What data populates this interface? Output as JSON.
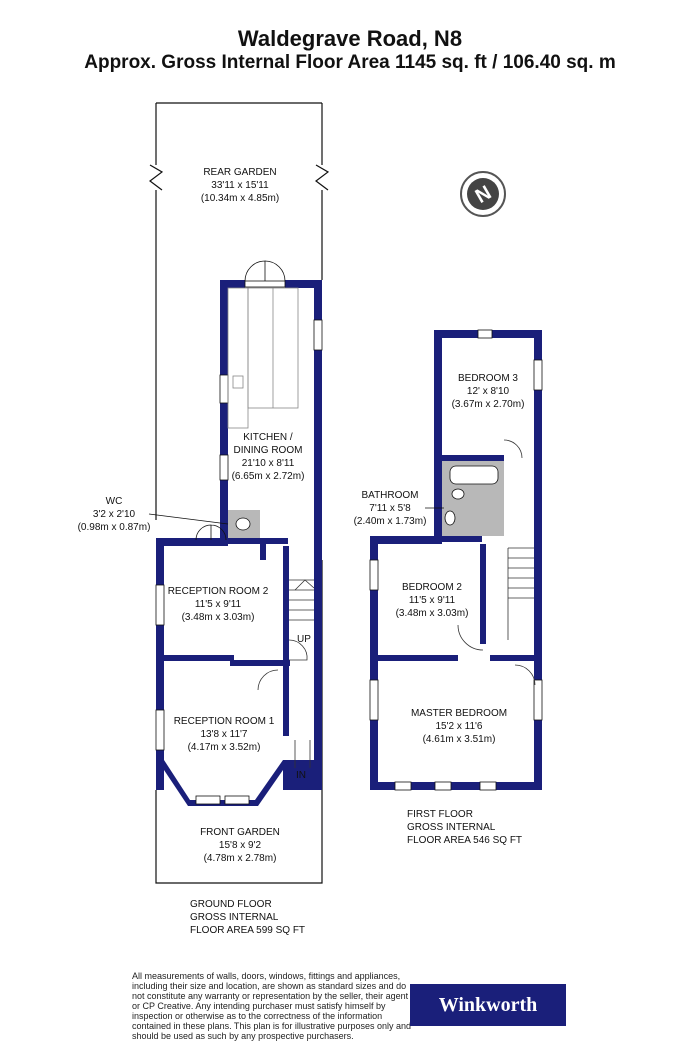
{
  "header": {
    "title": "Waldegrave Road, N8",
    "subtitle": "Approx. Gross Internal Floor Area 1145 sq. ft / 106.40 sq. m"
  },
  "rooms": {
    "rear_garden": {
      "name": "REAR GARDEN",
      "imperial": "33'11 x 15'11",
      "metric": "(10.34m x 4.85m)"
    },
    "kitchen": {
      "name1": "KITCHEN /",
      "name2": "DINING ROOM",
      "imperial": "21'10 x 8'11",
      "metric": "(6.65m x 2.72m)"
    },
    "wc": {
      "name": "WC",
      "imperial": "3'2 x 2'10",
      "metric": "(0.98m x 0.87m)"
    },
    "reception2": {
      "name": "RECEPTION ROOM 2",
      "imperial": "11'5 x 9'11",
      "metric": "(3.48m x 3.03m)"
    },
    "reception1": {
      "name": "RECEPTION ROOM 1",
      "imperial": "13'8 x 11'7",
      "metric": "(4.17m x 3.52m)"
    },
    "front_garden": {
      "name": "FRONT GARDEN",
      "imperial": "15'8 x 9'2",
      "metric": "(4.78m x 2.78m)"
    },
    "bedroom3": {
      "name": "BEDROOM 3",
      "imperial": "12' x 8'10",
      "metric": "(3.67m x 2.70m)"
    },
    "bathroom": {
      "name": "BATHROOM",
      "imperial": "7'11 x 5'8",
      "metric": "(2.40m x 1.73m)"
    },
    "bedroom2": {
      "name": "BEDROOM 2",
      "imperial": "11'5 x 9'11",
      "metric": "(3.48m x 3.03m)"
    },
    "master": {
      "name": "MASTER BEDROOM",
      "imperial": "15'2 x 11'6",
      "metric": "(4.61m x 3.51m)"
    }
  },
  "markers": {
    "up": "UP",
    "in": "IN",
    "compass": "N"
  },
  "floors": {
    "ground": {
      "line1": "GROUND FLOOR",
      "line2": "GROSS INTERNAL",
      "line3": "FLOOR AREA 599 SQ FT"
    },
    "first": {
      "line1": "FIRST FLOOR",
      "line2": "GROSS INTERNAL",
      "line3": "FLOOR AREA 546 SQ FT"
    }
  },
  "disclaimer": "All measurements of walls, doors, windows, fittings and appliances, including their size and location, are shown as standard sizes and do not constitute any warranty or representation by the seller, their agent or CP Creative. Any intending purchaser must satisfy himself by inspection or otherwise as to the correctness of the information contained in these plans. This plan is for illustrative purposes only and should be used as such by any prospective purchasers.",
  "brand": {
    "logo_text": "Winkworth",
    "wall_color": "#1a1f7a",
    "fixture_color": "#b8b8b8"
  }
}
